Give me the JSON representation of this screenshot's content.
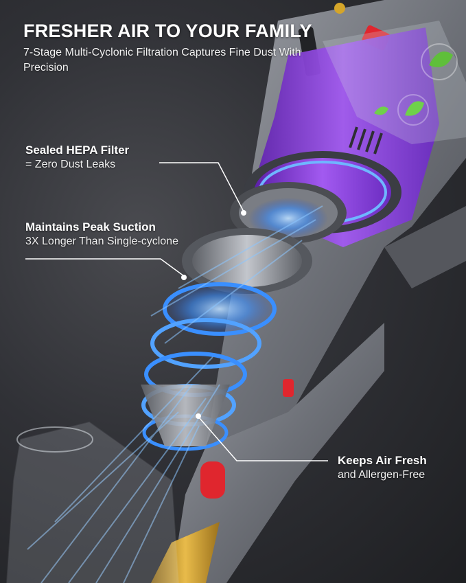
{
  "headline": "FRESHER AIR TO YOUR FAMILY",
  "subheadline": "7-Stage Multi-Cyclonic Filtration Captures Fine Dust With Precision",
  "callouts": [
    {
      "title": "Sealed HEPA Filter",
      "detail": "= Zero Dust Leaks"
    },
    {
      "title": "Maintains Peak Suction",
      "detail": "3X Longer Than Single-cyclone"
    },
    {
      "title": "Keeps Air Fresh",
      "detail": "and Allergen-Free"
    }
  ],
  "colors": {
    "background": "#2a2b2f",
    "body_gray": "#7b7e85",
    "accent_purple": "#8b3fd6",
    "airflow_blue": "#3a8fff",
    "button_red": "#e0262e",
    "tube_gold": "#c99a2e",
    "leaf_green": "#5fbf3a"
  }
}
